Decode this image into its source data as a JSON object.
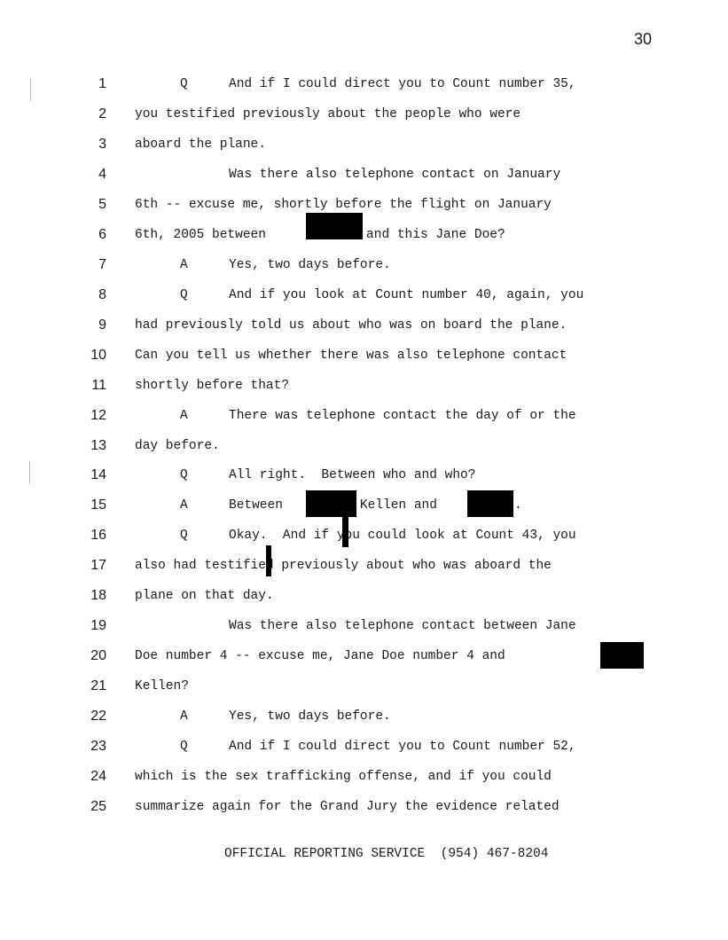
{
  "page_number": "30",
  "lines": [
    {
      "n": "1",
      "speaker": "Q",
      "text": "And if I could direct you to Count number 35,",
      "style": "qa"
    },
    {
      "n": "2",
      "speaker": "",
      "text": "you testified previously about the people who were",
      "style": "cont"
    },
    {
      "n": "3",
      "speaker": "",
      "text": "aboard the plane.",
      "style": "cont"
    },
    {
      "n": "4",
      "speaker": "",
      "text": "Was there also telephone contact on January",
      "style": "para"
    },
    {
      "n": "5",
      "speaker": "",
      "text": "6th -- excuse me, shortly before the flight on January",
      "style": "cont"
    },
    {
      "n": "6",
      "speaker": "",
      "text": "6th, 2005 between             and this Jane Doe?",
      "style": "cont"
    },
    {
      "n": "7",
      "speaker": "A",
      "text": "Yes, two days before.",
      "style": "qa"
    },
    {
      "n": "8",
      "speaker": "Q",
      "text": "And if you look at Count number 40, again, you",
      "style": "qa"
    },
    {
      "n": "9",
      "speaker": "",
      "text": "had previously told us about who was on board the plane.",
      "style": "cont"
    },
    {
      "n": "10",
      "speaker": "",
      "text": "Can you tell us whether there was also telephone contact",
      "style": "cont"
    },
    {
      "n": "11",
      "speaker": "",
      "text": "shortly before that?",
      "style": "cont"
    },
    {
      "n": "12",
      "speaker": "A",
      "text": "There was telephone contact the day of or the",
      "style": "qa"
    },
    {
      "n": "13",
      "speaker": "",
      "text": "day before.",
      "style": "cont"
    },
    {
      "n": "14",
      "speaker": "Q",
      "text": "All right.  Between who and who?",
      "style": "qa"
    },
    {
      "n": "15",
      "speaker": "A",
      "text": "Between          Kellen and          .",
      "style": "qa"
    },
    {
      "n": "16",
      "speaker": "Q",
      "text": "Okay.  And if you could look at Count 43, you",
      "style": "qa"
    },
    {
      "n": "17",
      "speaker": "",
      "text": "also had testified previously about who was aboard the",
      "style": "cont"
    },
    {
      "n": "18",
      "speaker": "",
      "text": "plane on that day.",
      "style": "cont"
    },
    {
      "n": "19",
      "speaker": "",
      "text": "Was there also telephone contact between Jane",
      "style": "para"
    },
    {
      "n": "20",
      "speaker": "",
      "text": "Doe number 4 -- excuse me, Jane Doe number 4 and",
      "style": "cont"
    },
    {
      "n": "21",
      "speaker": "",
      "text": "Kellen?",
      "style": "cont"
    },
    {
      "n": "22",
      "speaker": "A",
      "text": "Yes, two days before.",
      "style": "qa"
    },
    {
      "n": "23",
      "speaker": "Q",
      "text": "And if I could direct you to Count number 52,",
      "style": "qa"
    },
    {
      "n": "24",
      "speaker": "",
      "text": "which is the sex trafficking offense, and if you could",
      "style": "cont"
    },
    {
      "n": "25",
      "speaker": "",
      "text": "summarize again for the Grand Jury the evidence related",
      "style": "cont"
    }
  ],
  "footer": "OFFICIAL REPORTING SERVICE  (954) 467-8204"
}
